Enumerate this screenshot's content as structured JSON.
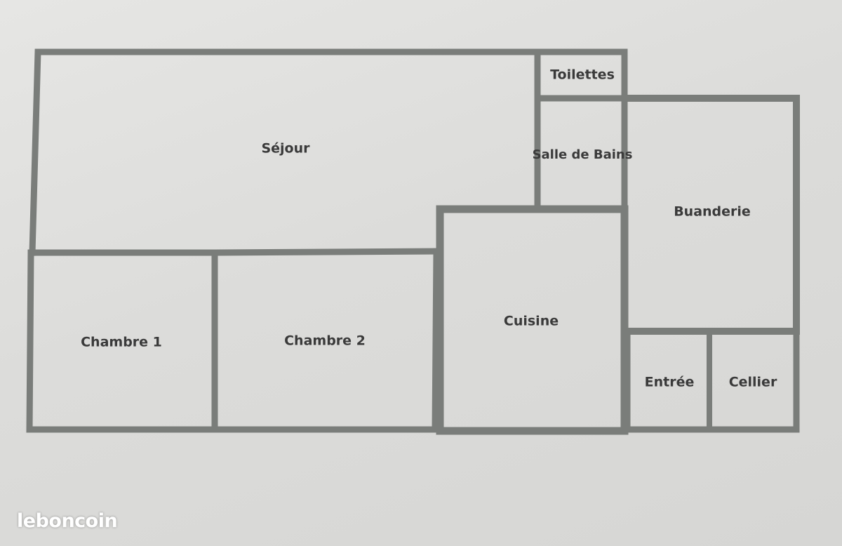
{
  "plan": {
    "rooms": [
      {
        "id": "sejour",
        "label": "Séjour"
      },
      {
        "id": "toilettes",
        "label": "Toilettes"
      },
      {
        "id": "salle-de-bains",
        "label": "Salle de Bains"
      },
      {
        "id": "buanderie",
        "label": "Buanderie"
      },
      {
        "id": "cuisine",
        "label": "Cuisine"
      },
      {
        "id": "chambre-1",
        "label": "Chambre 1"
      },
      {
        "id": "chambre-2",
        "label": "Chambre 2"
      },
      {
        "id": "entree",
        "label": "Entrée"
      },
      {
        "id": "cellier",
        "label": "Cellier"
      }
    ],
    "colors": {
      "wall": "#7a7d7a",
      "label": "#3a3a3a",
      "paper": "#dcdcda"
    }
  },
  "watermark": {
    "text": "leboncoin"
  }
}
